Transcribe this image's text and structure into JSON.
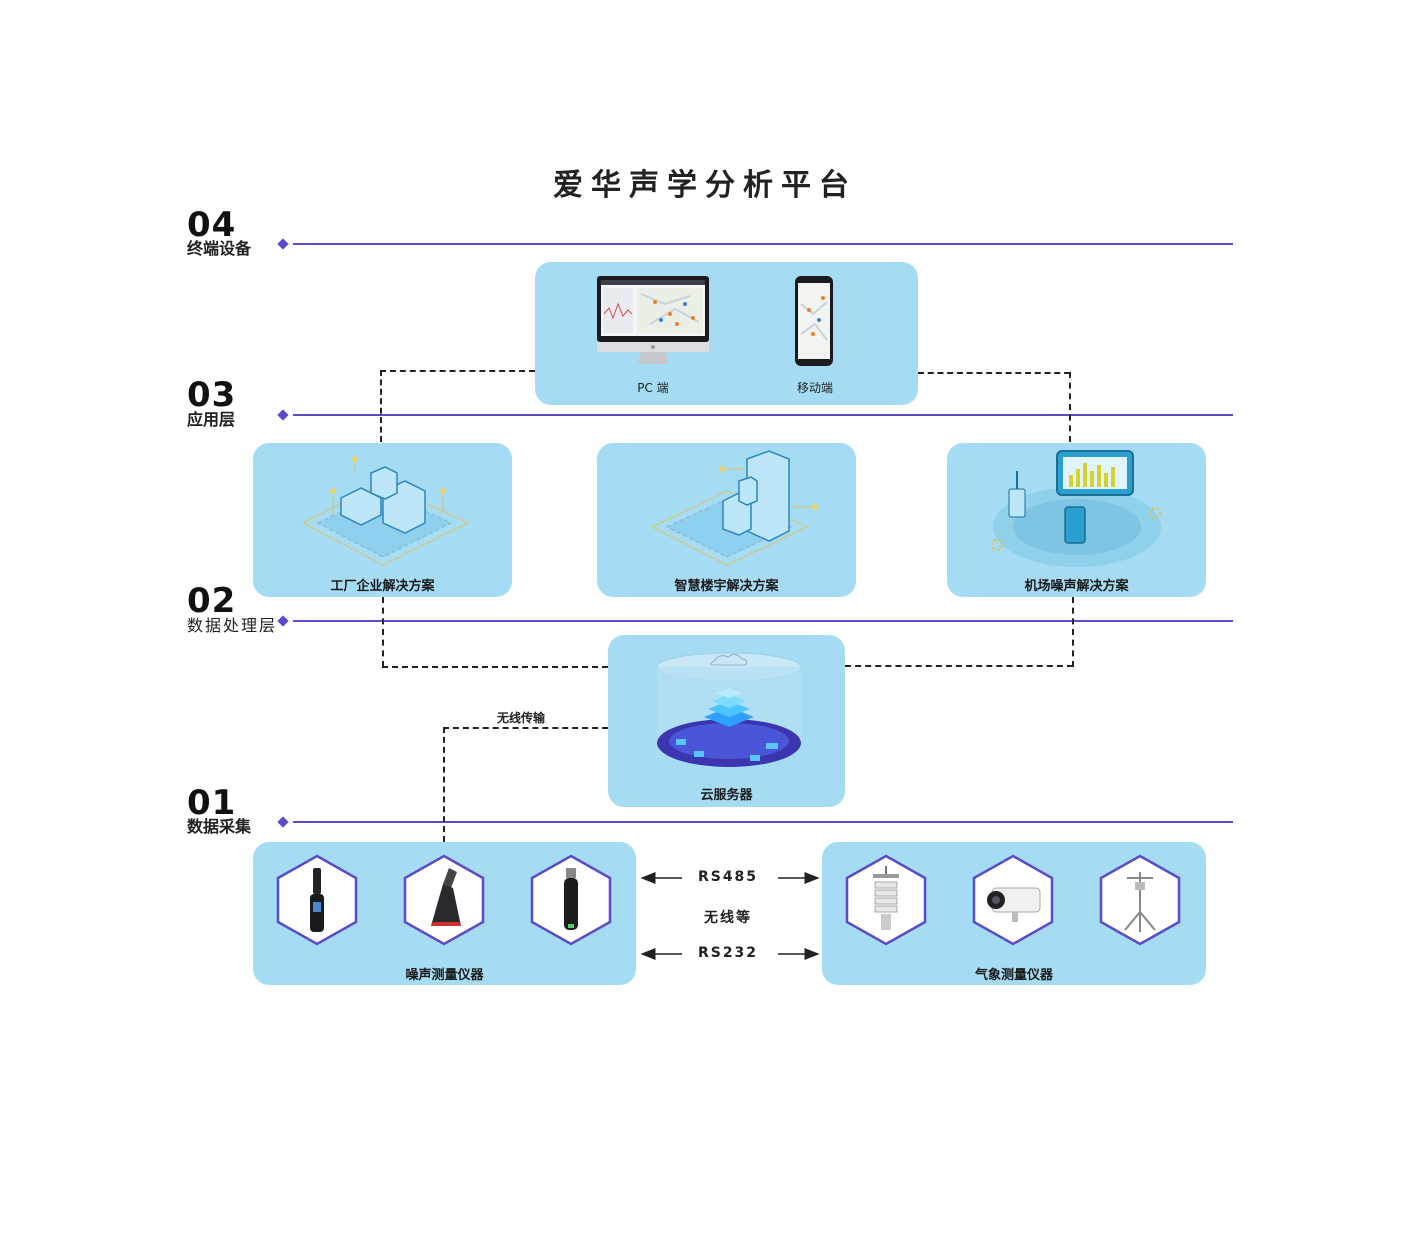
{
  "title": "爱华声学分析平台",
  "layers": [
    {
      "num": "04",
      "name": "终端设备"
    },
    {
      "num": "03",
      "name": "应用层"
    },
    {
      "num": "02",
      "name": "数据处理层"
    },
    {
      "num": "01",
      "name": "数据采集"
    }
  ],
  "terminals": {
    "pc": "PC 端",
    "mobile": "移动端"
  },
  "solutions": [
    "工厂企业解决方案",
    "智慧楼宇解决方案",
    "机场噪声解决方案"
  ],
  "cloud": {
    "label": "云服务器",
    "link_label": "无线传输"
  },
  "collection": {
    "noise_label": "噪声测量仪器",
    "weather_label": "气象测量仪器",
    "protocols": [
      "RS485",
      "无线等",
      "RS232"
    ]
  },
  "colors": {
    "accent": "#5b4bc8",
    "panel": "#a5dcf4",
    "rule": "#5b4bc8"
  }
}
